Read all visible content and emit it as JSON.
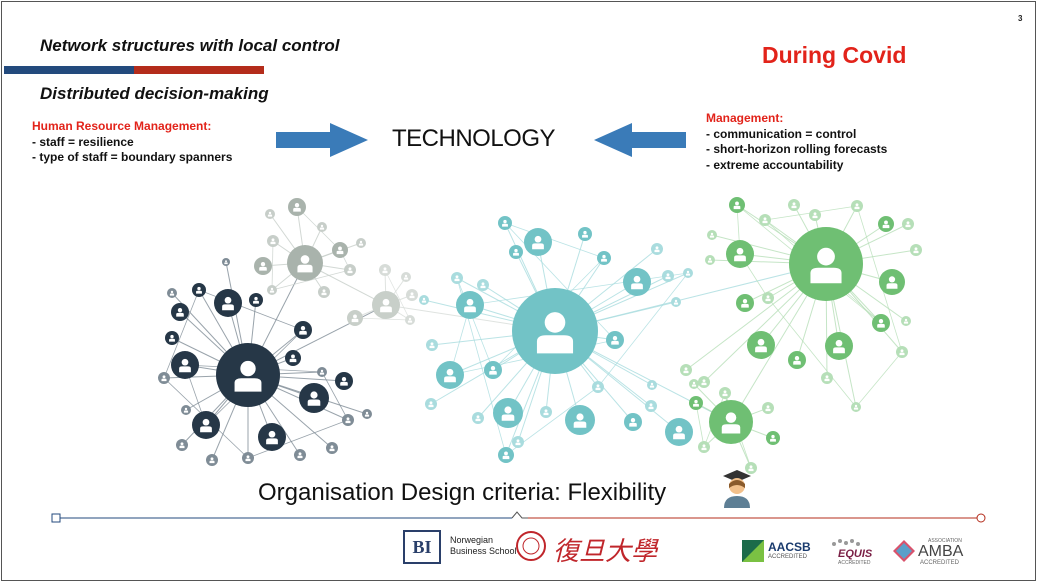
{
  "slide_number": "3",
  "title_line1": "Network structures with local control",
  "title_line2": "Distributed decision-making",
  "during_label": "During Covid",
  "hrm": {
    "heading": "Human Resource Management:",
    "items": [
      "- staff = resilience",
      "- type of staff = boundary spanners"
    ]
  },
  "center_label": "TECHNOLOGY",
  "management": {
    "heading": "Management:",
    "items": [
      "- communication = control",
      "- short-horizon rolling forecasts",
      "- extreme accountability"
    ]
  },
  "criteria": "Organisation Design criteria: Flexibility",
  "footer": {
    "bi_mark": "BI",
    "bi_line1": "Norwegian",
    "bi_line2": "Business School",
    "fudan_cn": "復旦大學",
    "aacsb": "AACSB",
    "aacsb_sub": "ACCREDITED",
    "equis": "EQUIS",
    "equis_sub": "ACCREDITED",
    "amba_assoc": "ASSOCIATION",
    "amba": "AMBA",
    "amba_sub": "ACCREDITED"
  },
  "colors": {
    "accent_red": "#e2231a",
    "bar_blue": "#234a7d",
    "bar_red": "#b42c1b",
    "arrow_blue": "#3a7bb8",
    "net_dark": "#263747",
    "net_teal": "#72c3c6",
    "net_green": "#6fbf73"
  },
  "icons": {
    "arrows": "arrow-right-icon",
    "node": "person-icon",
    "teacher": "teacher-emoji-icon"
  }
}
